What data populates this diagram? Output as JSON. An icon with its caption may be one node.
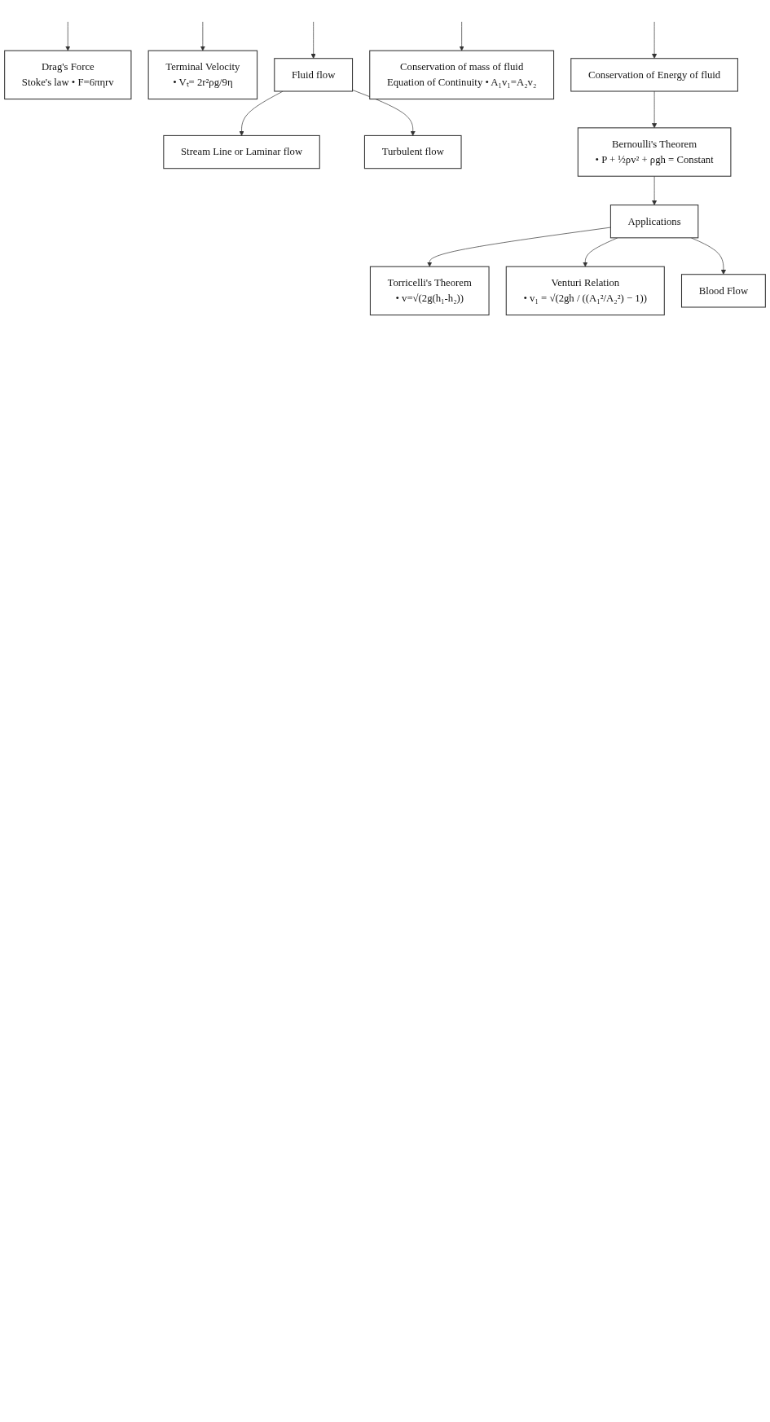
{
  "diagram": {
    "nodes": [
      {
        "text": [
          "Drag's Force",
          "Stoke's law • F=6πηrv"
        ]
      },
      {
        "text": [
          "Terminal Velocity",
          "• Vₜ= 2r²ρg/9η"
        ]
      },
      {
        "text": [
          "Fluid flow"
        ]
      },
      {
        "text": [
          "Conservation of mass of fluid",
          "Equation of Continuity • A₁v₁=A₂v₂"
        ]
      },
      {
        "text": [
          "Conservation of Energy of fluid"
        ]
      },
      {
        "text": [
          "Stream Line or Laminar flow"
        ]
      },
      {
        "text": [
          "Turbulent flow"
        ]
      },
      {
        "text": [
          "Bernoulli's Theorem",
          "• P + ½ρv² + ρgh = Constant"
        ]
      },
      {
        "text": [
          "Applications"
        ]
      },
      {
        "text": [
          "Torricelli's Theorem",
          "• v=√(2g(h₁-h₂))"
        ]
      },
      {
        "text": [
          "Venturi Relation",
          "• v₁ = √(2gh / ((A₁²/A₂²) − 1))"
        ]
      },
      {
        "text": [
          "Blood Flow"
        ]
      }
    ],
    "edges": [
      {
        "from": null,
        "to": 0,
        "arrow": "to"
      },
      {
        "from": null,
        "to": 1,
        "arrow": "to"
      },
      {
        "from": null,
        "to": 2,
        "arrow": "to"
      },
      {
        "from": null,
        "to": 3,
        "arrow": "to"
      },
      {
        "from": null,
        "to": 4,
        "arrow": "to"
      },
      {
        "from": 2,
        "to": 5,
        "arrow": "to"
      },
      {
        "from": 2,
        "to": 6,
        "arrow": "to"
      },
      {
        "from": 4,
        "to": 7,
        "arrow": "to"
      },
      {
        "from": 7,
        "to": 8,
        "arrow": "to"
      },
      {
        "from": 8,
        "to": 9,
        "arrow": "to"
      },
      {
        "from": 8,
        "to": 10,
        "arrow": "to"
      },
      {
        "from": 8,
        "to": 11,
        "arrow": "to"
      }
    ]
  }
}
